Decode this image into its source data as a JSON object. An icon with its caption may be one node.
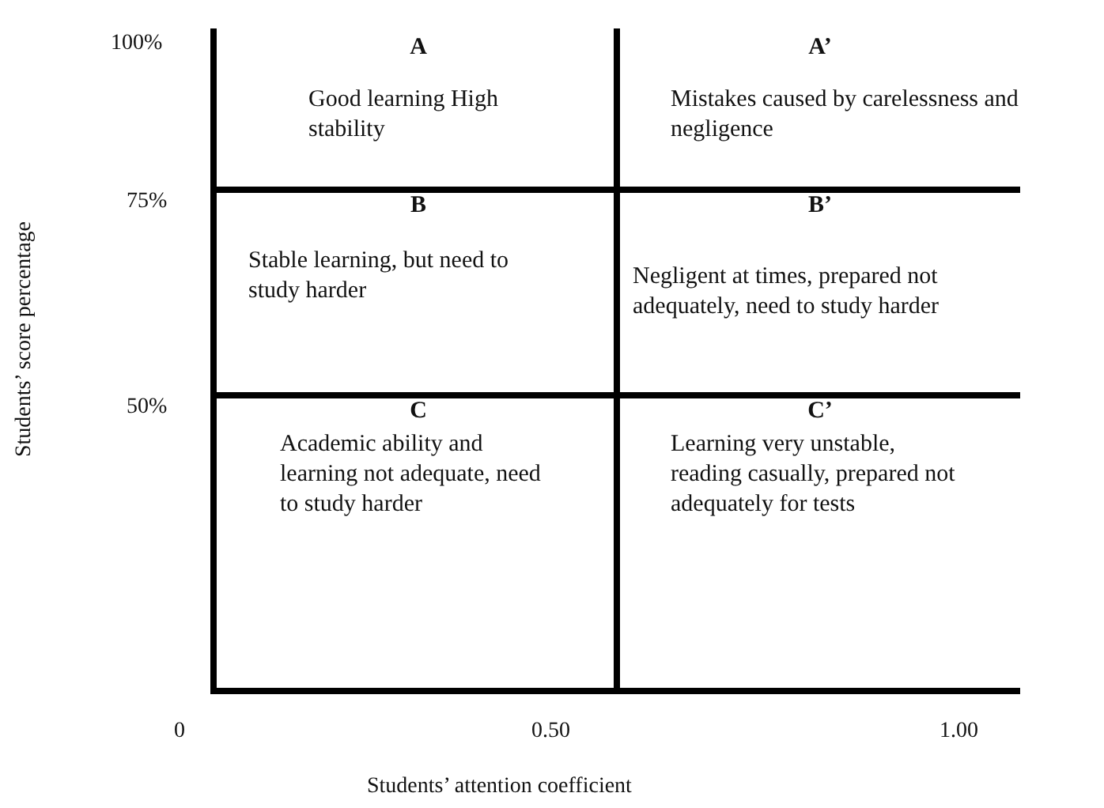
{
  "diagram": {
    "nodes": [
      {
        "text": [
          "A",
          "Good learning High stability"
        ]
      },
      {
        "text": [
          "A’",
          "Mistakes caused by carelessness and negligence"
        ]
      },
      {
        "text": [
          "B",
          "Stable learning, but need to study harder"
        ]
      },
      {
        "text": [
          "B’",
          "Negligent at times, prepared not adequately, need to study harder"
        ]
      },
      {
        "text": [
          "C",
          "Academic ability and learning not adequate, need to study harder"
        ]
      },
      {
        "text": [
          "C’",
          "Learning very unstable, reading casually, prepared not adequately for tests"
        ]
      }
    ],
    "edges": [],
    "labels": [
      "100%",
      "75%",
      "Students’ score percentage",
      "50%",
      "0",
      "0.50",
      "1.00",
      "Students’ attention coefficient"
    ]
  }
}
